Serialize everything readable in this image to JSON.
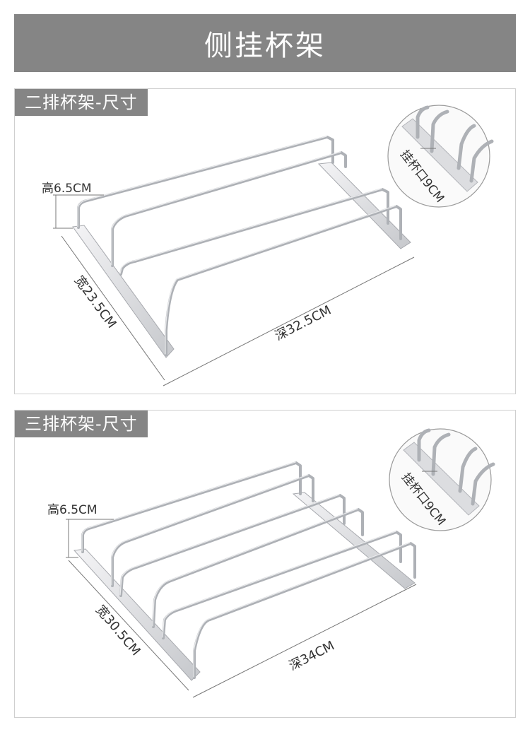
{
  "page": {
    "title": "侧挂杯架"
  },
  "panels": [
    {
      "title": "二排杯架-尺寸",
      "dimensions": {
        "height": "高6.5CM",
        "width": "宽23.5CM",
        "depth": "深32.5CM"
      },
      "detail": {
        "label": "挂杯口9CM"
      }
    },
    {
      "title": "三排杯架-尺寸",
      "dimensions": {
        "height": "高6.5CM",
        "width": "宽30.5CM",
        "depth": "深34CM"
      },
      "detail": {
        "label": "挂杯口9CM"
      }
    }
  ],
  "colors": {
    "banner": "#858585",
    "border": "#cfcfcf",
    "metal": "#b9bcc2"
  }
}
